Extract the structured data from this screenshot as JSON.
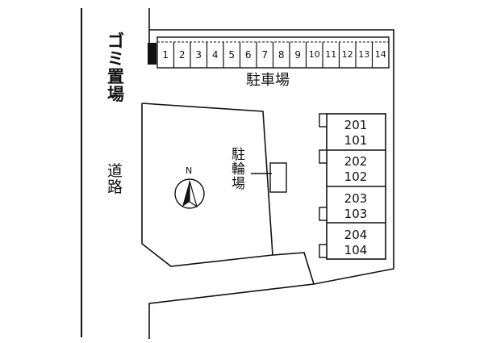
{
  "map": {
    "garbage_label": [
      "ゴ",
      "ミ",
      "置",
      "場"
    ],
    "road_label": [
      "道",
      "路"
    ],
    "parking_label": "駐車場",
    "bicycle_label": [
      "駐",
      "輪",
      "場"
    ],
    "north_label": "N",
    "parking_stalls": [
      "1",
      "2",
      "3",
      "4",
      "5",
      "6",
      "7",
      "8",
      "9",
      "10",
      "11",
      "12",
      "13",
      "14"
    ],
    "units": [
      {
        "upper": "201",
        "lower": "101"
      },
      {
        "upper": "202",
        "lower": "102"
      },
      {
        "upper": "203",
        "lower": "103"
      },
      {
        "upper": "204",
        "lower": "104"
      }
    ],
    "colors": {
      "line": "#111111",
      "background": "#ffffff"
    }
  }
}
